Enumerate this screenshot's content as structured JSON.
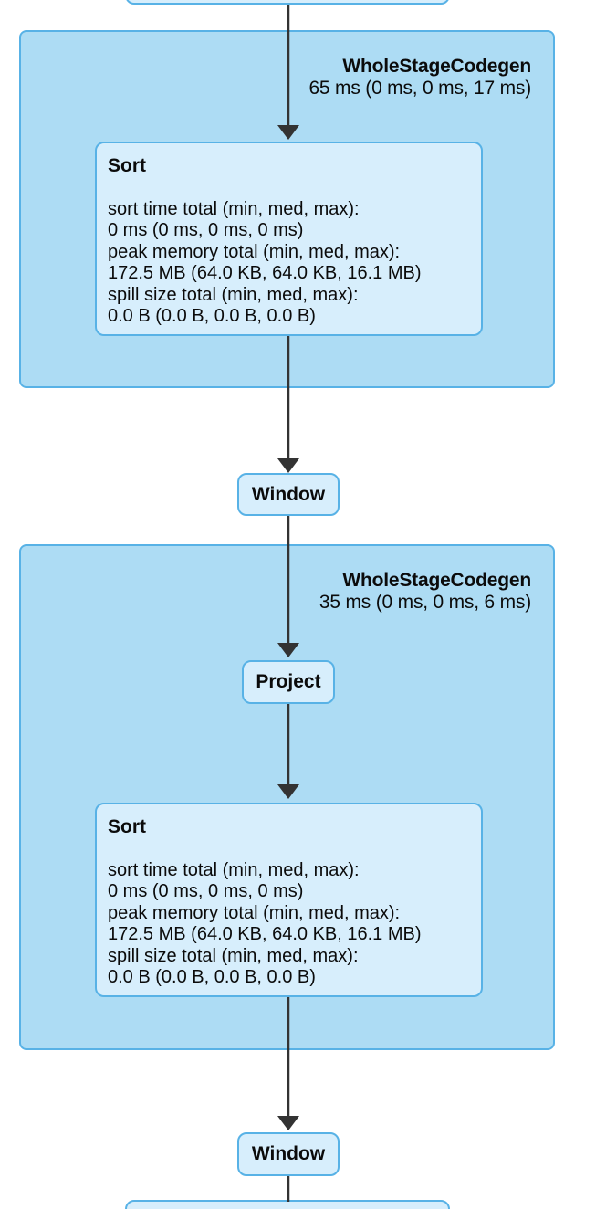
{
  "colors": {
    "cluster_fill": "#addcf4",
    "cluster_border": "#58b2e6",
    "node_fill": "#d7eefc",
    "node_border": "#58b2e6",
    "arrow": "#333333",
    "text": "#0b0b0b",
    "canvas_bg": "#ffffff"
  },
  "clusters": [
    {
      "label": "WholeStageCodegen",
      "timing": "65 ms (0 ms, 0 ms, 17 ms)"
    },
    {
      "label": "WholeStageCodegen",
      "timing": "35 ms (0 ms, 0 ms, 6 ms)"
    }
  ],
  "nodes": {
    "sort1": {
      "title": "Sort",
      "metrics": [
        "sort time total (min, med, max):",
        "0 ms (0 ms, 0 ms, 0 ms)",
        "peak memory total (min, med, max):",
        "172.5 MB (64.0 KB, 64.0 KB, 16.1 MB)",
        "spill size total (min, med, max):",
        "0.0 B (0.0 B, 0.0 B, 0.0 B)"
      ]
    },
    "window1": {
      "label": "Window"
    },
    "project": {
      "label": "Project"
    },
    "sort2": {
      "title": "Sort",
      "metrics": [
        "sort time total (min, med, max):",
        "0 ms (0 ms, 0 ms, 0 ms)",
        "peak memory total (min, med, max):",
        "172.5 MB (64.0 KB, 64.0 KB, 16.1 MB)",
        "spill size total (min, med, max):",
        "0.0 B (0.0 B, 0.0 B, 0.0 B)"
      ]
    },
    "window2": {
      "label": "Window"
    }
  }
}
